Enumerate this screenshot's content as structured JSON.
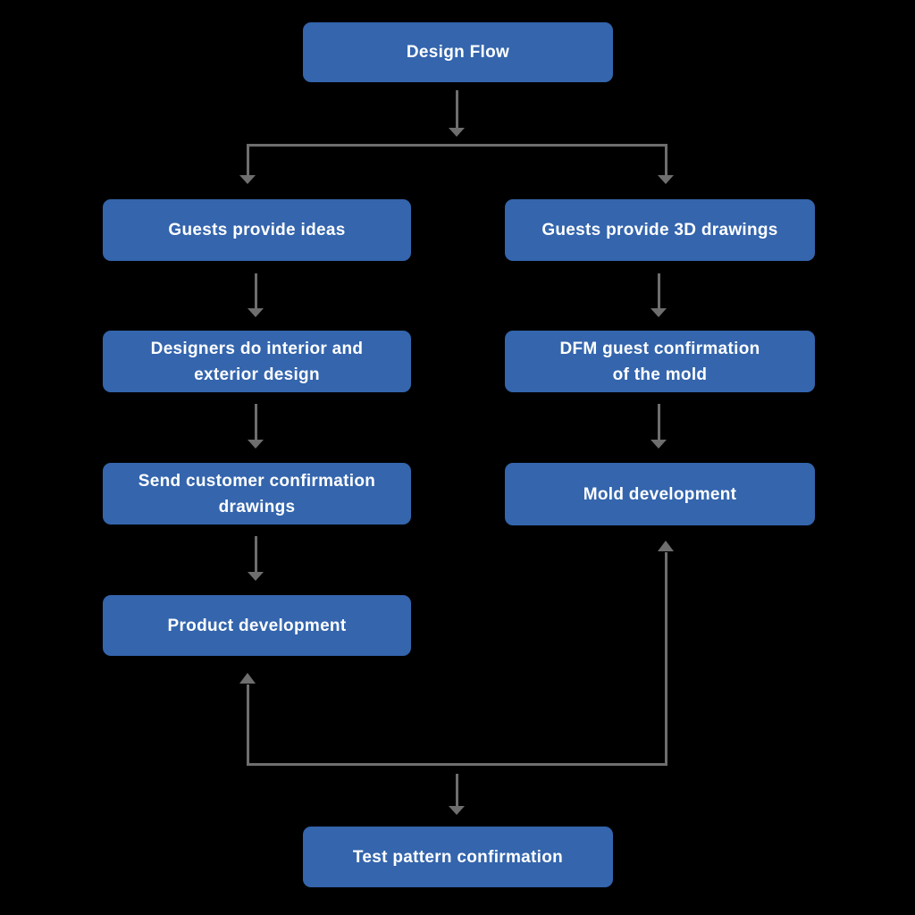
{
  "diagram": {
    "title": "Design Flow",
    "colors": {
      "background": "#000000",
      "box": "#3465ad",
      "arrow": "#6e6e6e",
      "text": "#ffffff"
    },
    "nodes": {
      "design_flow": "Design Flow",
      "guests_ideas": "Guests provide ideas",
      "guests_3d": "Guests provide 3D drawings",
      "designers": "Designers do interior and\nexterior design",
      "dfm": "DFM guest confirmation\nof the mold",
      "send_drawings": "Send customer confirmation\ndrawings",
      "mold_dev": "Mold development",
      "product_dev": "Product development",
      "test_pattern": "Test pattern confirmation"
    }
  }
}
